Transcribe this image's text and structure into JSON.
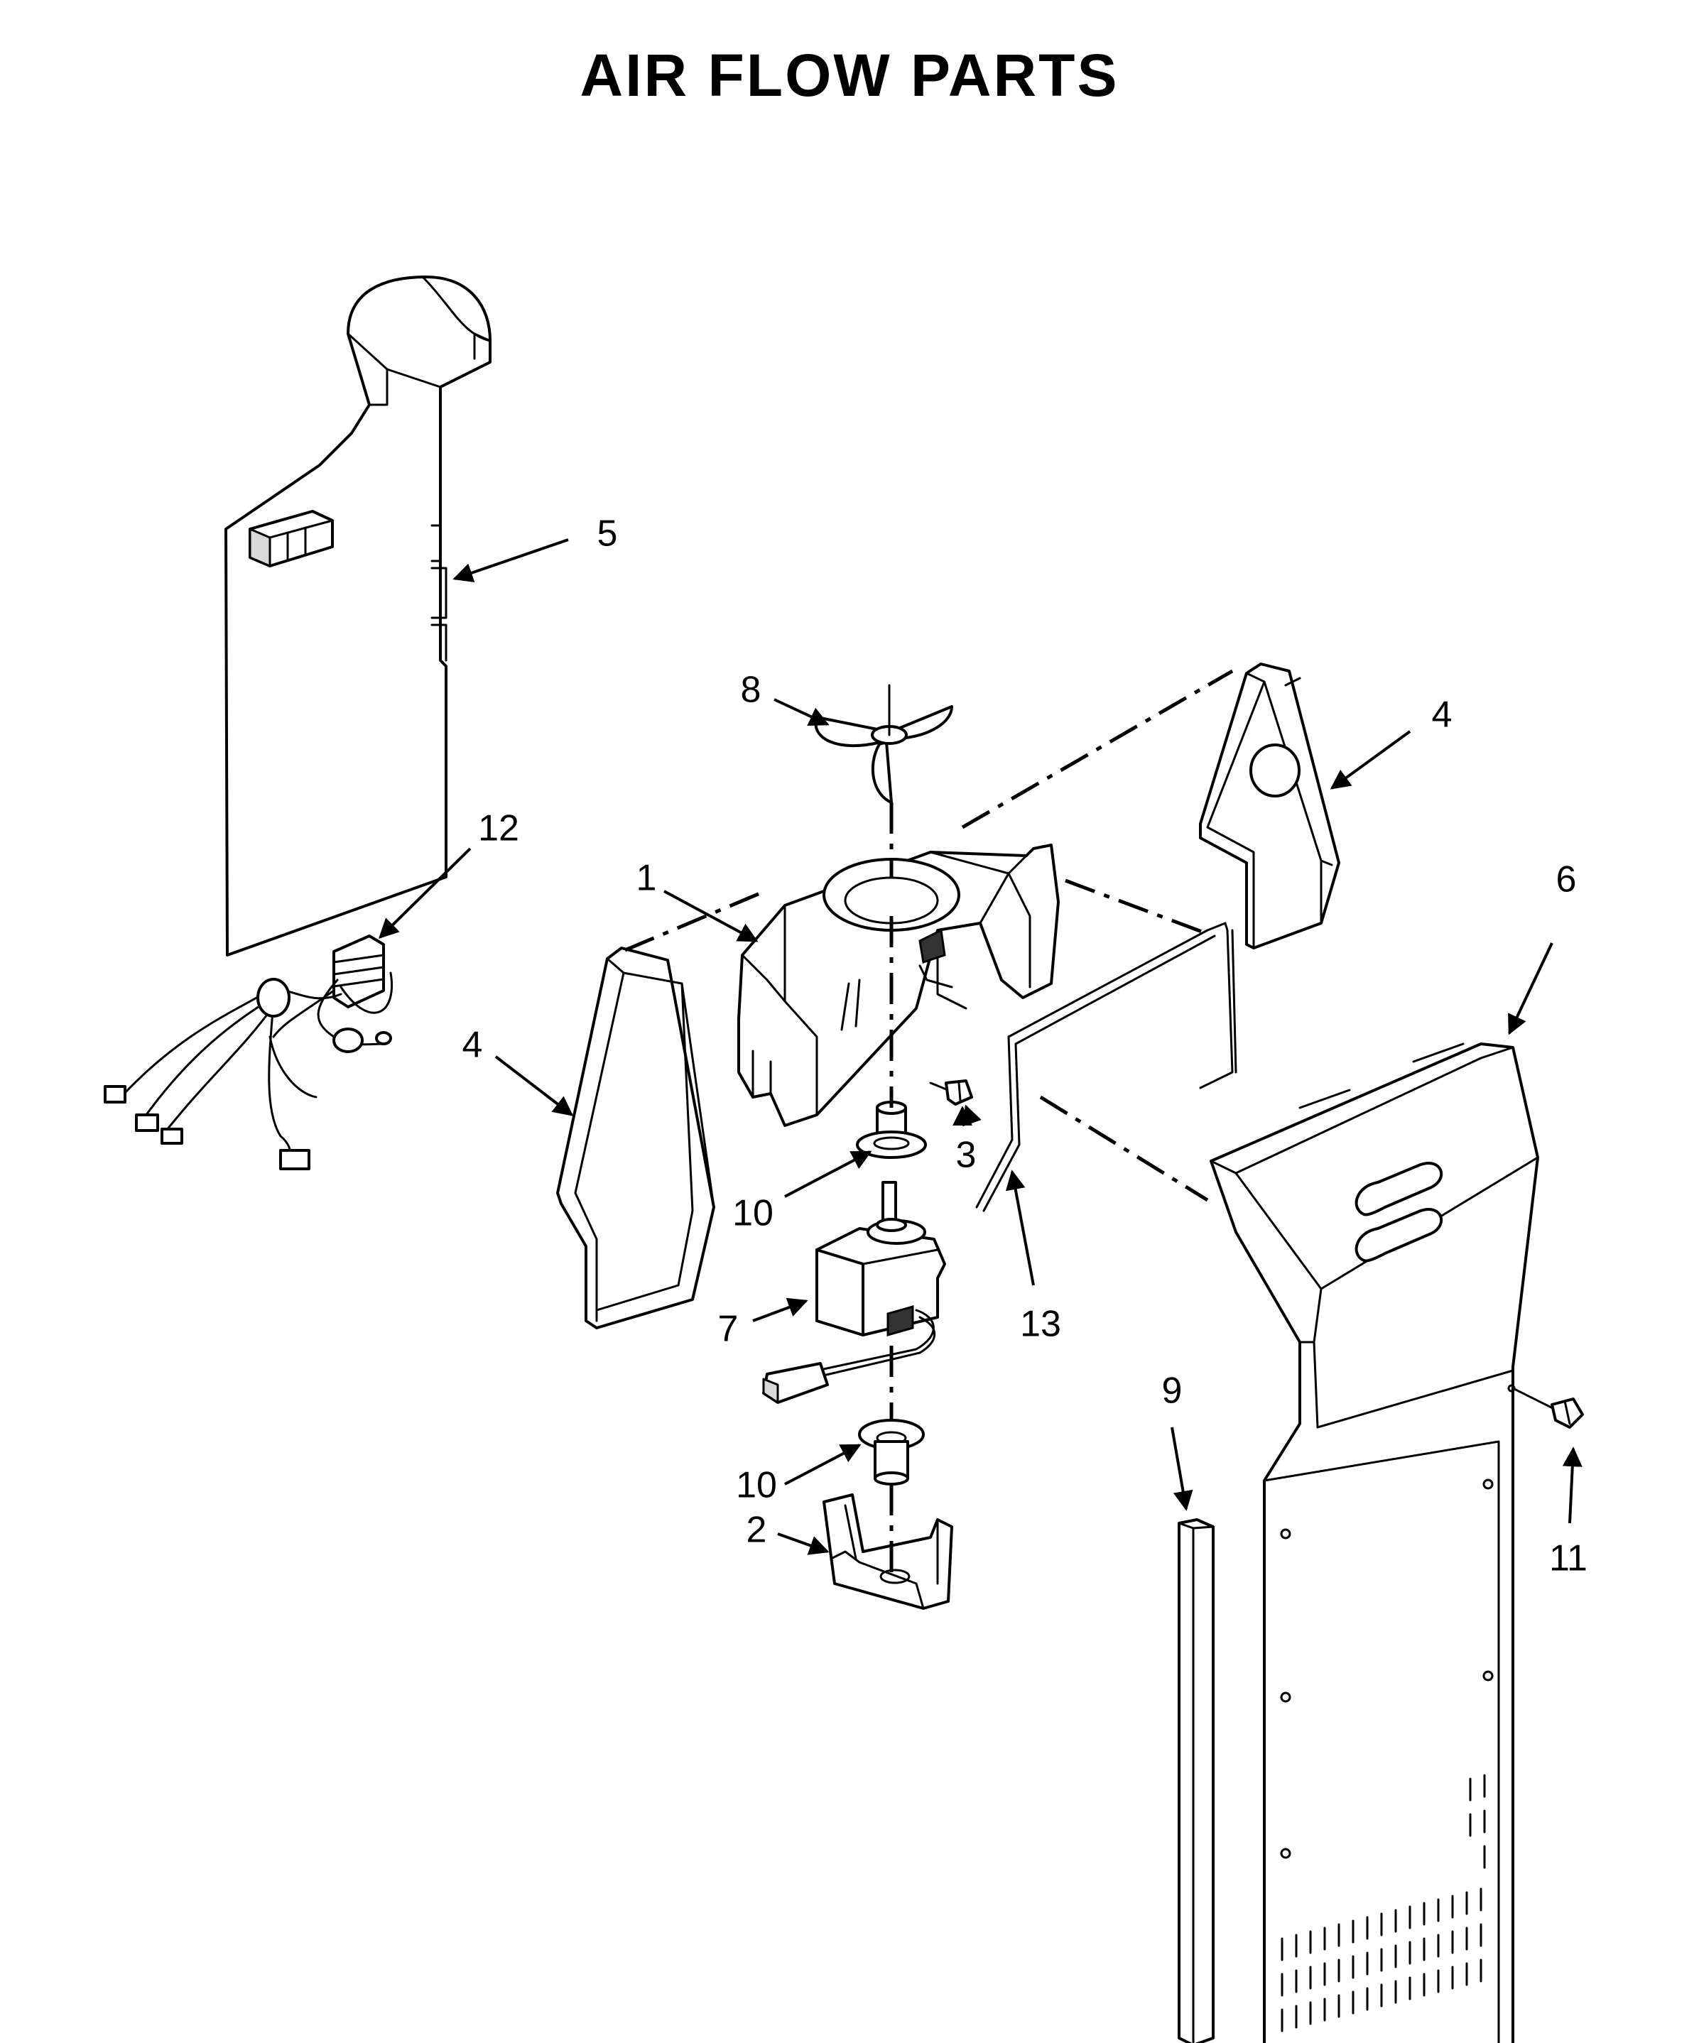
{
  "title": "AIR FLOW PARTS",
  "callouts": {
    "c1": "1",
    "c2": "2",
    "c3": "3",
    "c4a": "4",
    "c4b": "4",
    "c5": "5",
    "c6": "6",
    "c7": "7",
    "c8": "8",
    "c9": "9",
    "c10a": "10",
    "c10b": "10",
    "c11": "11",
    "c12": "12",
    "c13": "13"
  }
}
